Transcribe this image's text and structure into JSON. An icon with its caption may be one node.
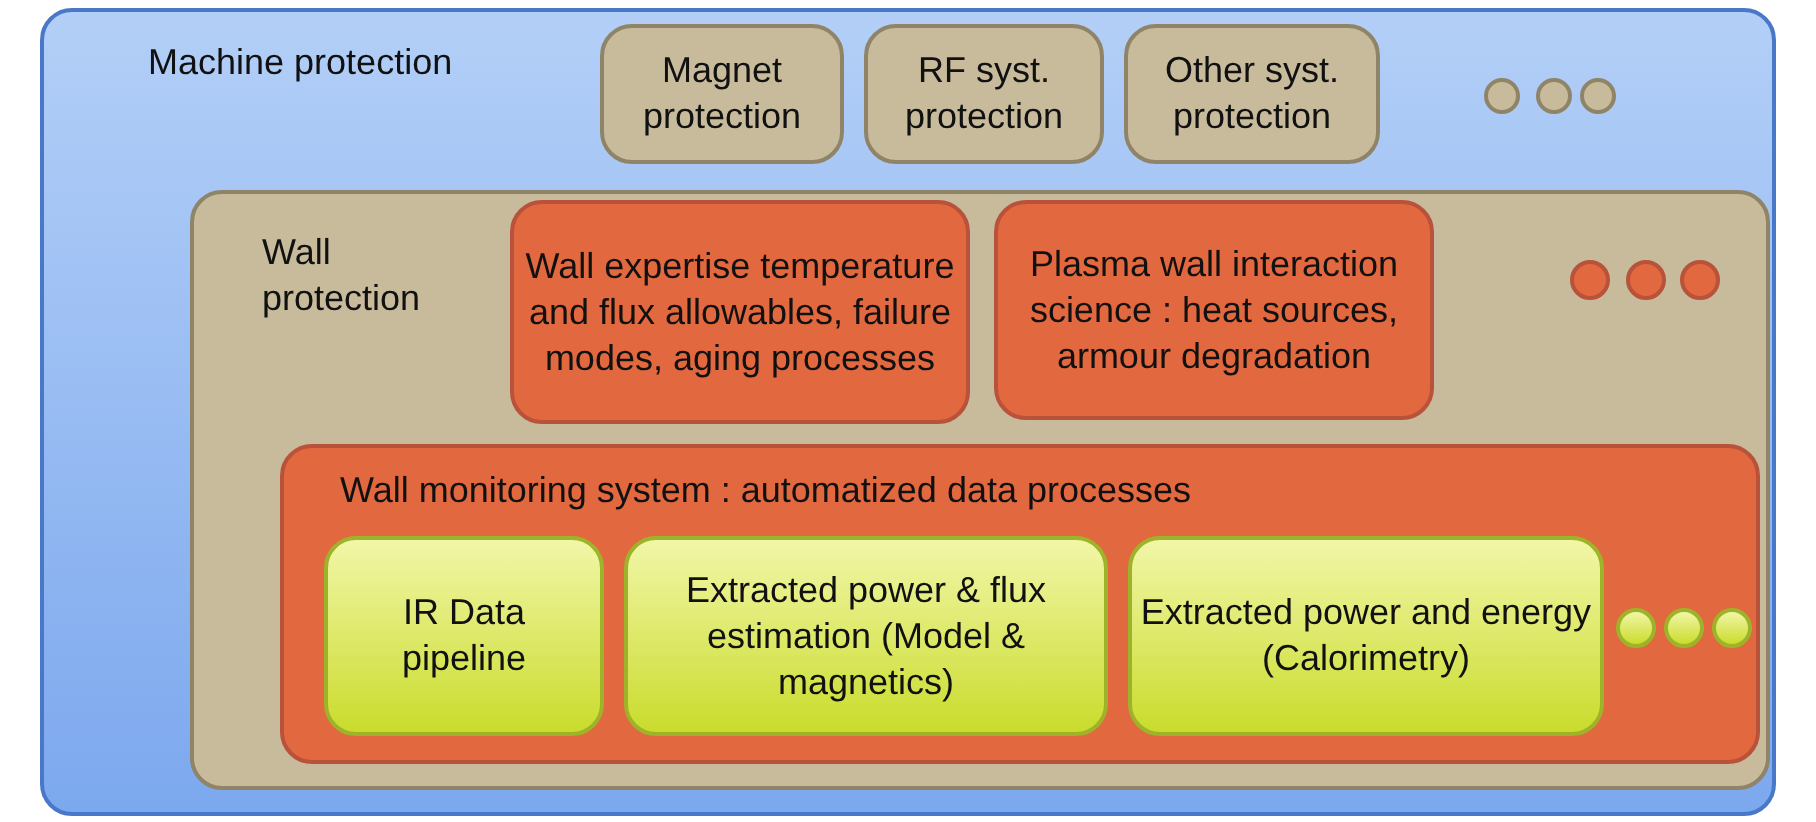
{
  "diagram": {
    "nodes": [
      {
        "text": [
          "Machine protection"
        ]
      },
      {
        "text": [
          "Magnet protection"
        ],
        "in": 0
      },
      {
        "text": [
          "RF syst. protection"
        ],
        "in": 0
      },
      {
        "text": [
          "Other syst. protection"
        ],
        "in": 0
      },
      {
        "text": [],
        "shape": "circle",
        "in": 0
      },
      {
        "text": [],
        "shape": "circle",
        "in": 0
      },
      {
        "text": [],
        "shape": "circle",
        "in": 0
      },
      {
        "text": [
          "Wall protection"
        ],
        "in": 0
      },
      {
        "text": [
          "Wall expertise temperature and flux allowables, failure modes, aging processes"
        ],
        "in": 7
      },
      {
        "text": [
          "Plasma wall interaction science : heat sources, armour degradation"
        ],
        "in": 7
      },
      {
        "text": [],
        "shape": "circle",
        "in": 7
      },
      {
        "text": [],
        "shape": "circle",
        "in": 7
      },
      {
        "text": [],
        "shape": "circle",
        "in": 7
      },
      {
        "text": [
          "Wall monitoring system : automatized data processes"
        ],
        "in": 7
      },
      {
        "text": [
          "IR Data pipeline"
        ],
        "in": 13
      },
      {
        "text": [
          "Extracted power & flux estimation (Model & magnetics)"
        ],
        "in": 13
      },
      {
        "text": [
          "Extracted power and energy (Calorimetry)"
        ],
        "in": 13
      },
      {
        "text": [],
        "shape": "circle",
        "in": 13
      },
      {
        "text": [],
        "shape": "circle",
        "in": 13
      },
      {
        "text": [],
        "shape": "circle",
        "in": 13
      }
    ]
  }
}
